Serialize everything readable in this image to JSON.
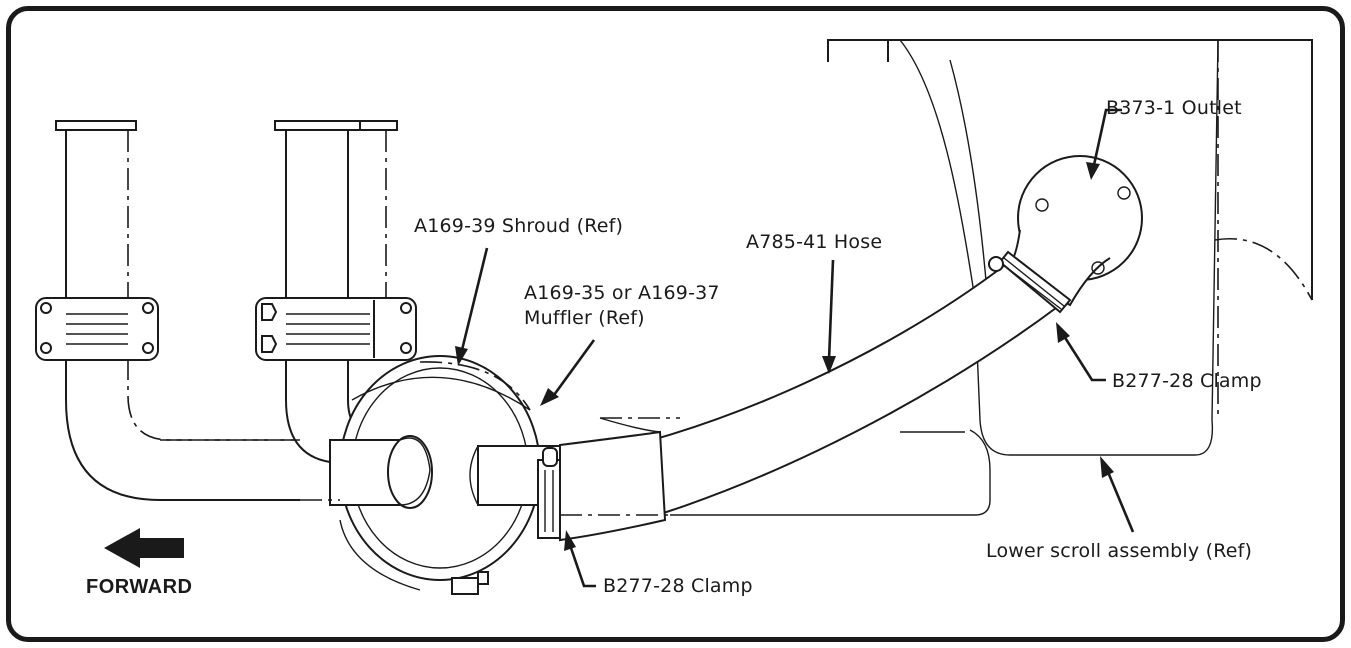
{
  "labels": {
    "outlet": "B373-1 Outlet",
    "shroud": "A169-39 Shroud (Ref)",
    "hose": "A785-41 Hose",
    "muffler_line1": "A169-35 or A169-37",
    "muffler_line2": "Muffler (Ref)",
    "clamp_right": "B277-28 Clamp",
    "clamp_bottom": "B277-28 Clamp",
    "scroll": "Lower scroll assembly (Ref)",
    "forward": "FORWARD"
  }
}
